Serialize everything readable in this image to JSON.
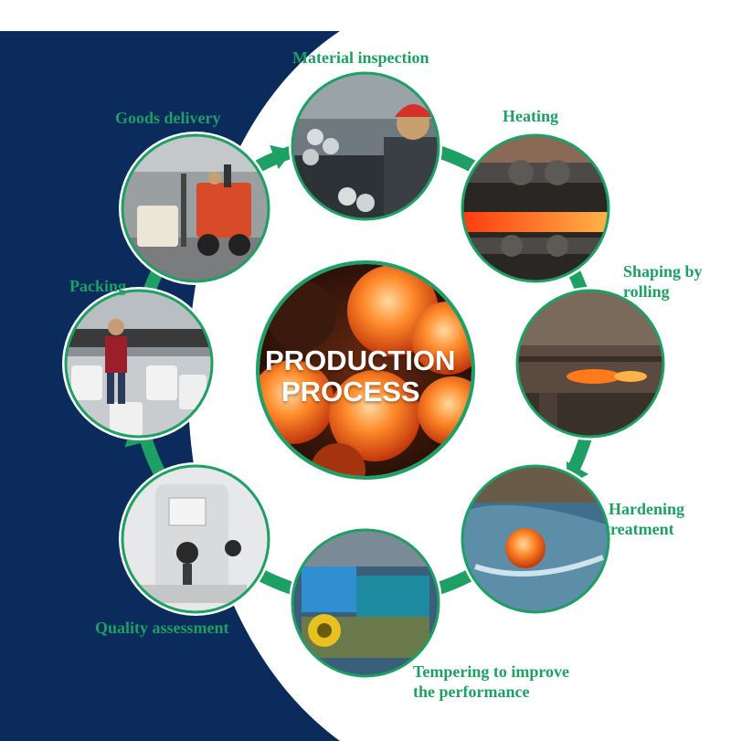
{
  "center": {
    "title_line1": "PRODUCTION",
    "title_line2": "PROCESS"
  },
  "steps": [
    {
      "id": "material-inspection",
      "label": "Material inspection",
      "photo": "steel-bars-inspection-photo"
    },
    {
      "id": "heating",
      "label": "Heating",
      "photo": "heated-steel-bars-photo"
    },
    {
      "id": "shaping",
      "label_line1": "Shaping by",
      "label_line2": "rolling",
      "photo": "rolling-mill-photo"
    },
    {
      "id": "hardening",
      "label_line1": "Hardening",
      "label_line2": "treatment",
      "photo": "quenching-ball-photo"
    },
    {
      "id": "tempering",
      "label_line1": "Tempering to improve",
      "label_line2": "the performance",
      "photo": "tempering-machine-photo"
    },
    {
      "id": "quality",
      "label": "Quality assessment",
      "photo": "hardness-tester-photo"
    },
    {
      "id": "packing",
      "label": "Packing",
      "photo": "ton-bags-warehouse-photo"
    },
    {
      "id": "delivery",
      "label": "Goods delivery",
      "photo": "forklift-loading-photo"
    }
  ],
  "colors": {
    "navy": "#0a2b5c",
    "green": "#1e9f63",
    "ring_white": "#ffffff"
  }
}
